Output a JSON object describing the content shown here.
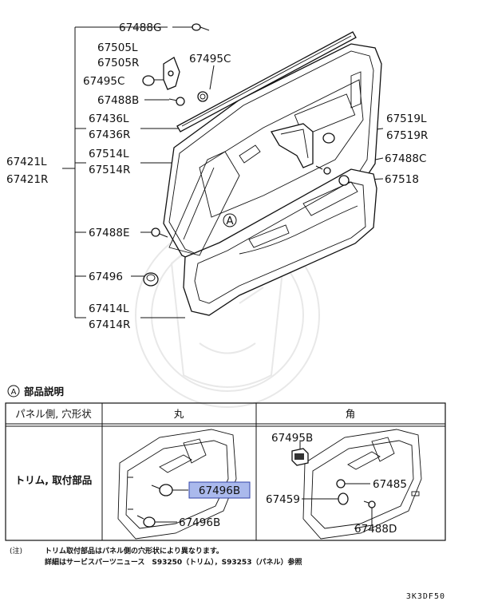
{
  "callouts": {
    "p67488g": "67488G",
    "p67505l": "67505L",
    "p67505r": "67505R",
    "p67495c_a": "67495C",
    "p67495c_b": "67495C",
    "p67488b": "67488B",
    "p67436l": "67436L",
    "p67436r": "67436R",
    "p67421l": "67421L",
    "p67421r": "67421R",
    "p67514l": "67514L",
    "p67514r": "67514R",
    "p67488e": "67488E",
    "p67496": "67496",
    "p67414l": "67414L",
    "p67414r": "67414R",
    "p67519l": "67519L",
    "p67519r": "67519R",
    "p67488c": "67488C",
    "p67518": "67518"
  },
  "circle_a": "A",
  "section": {
    "marker": "A",
    "title": "部品説明"
  },
  "table": {
    "header_col1": "パネル側, 穴形状",
    "header_col2": "丸",
    "header_col3": "角",
    "row_label": "トリム, 取付部品",
    "round": {
      "highlight": "67496B",
      "second": "67496B"
    },
    "square": {
      "p67495b": "67495B",
      "p67485": "67485",
      "p67459": "67459",
      "p67488d": "67488D"
    }
  },
  "note": {
    "prefix": "(注)",
    "line1": "トリム取付部品はパネル側の穴形状により異なります。",
    "line2": "詳細はサービスパーツニュース　S93250（トリム），S93253（パネル）参照"
  },
  "drawing_code": "3K3DF50",
  "colors": {
    "highlight_fill": "#aab9ec",
    "highlight_stroke": "#3344aa",
    "line": "#111111"
  }
}
